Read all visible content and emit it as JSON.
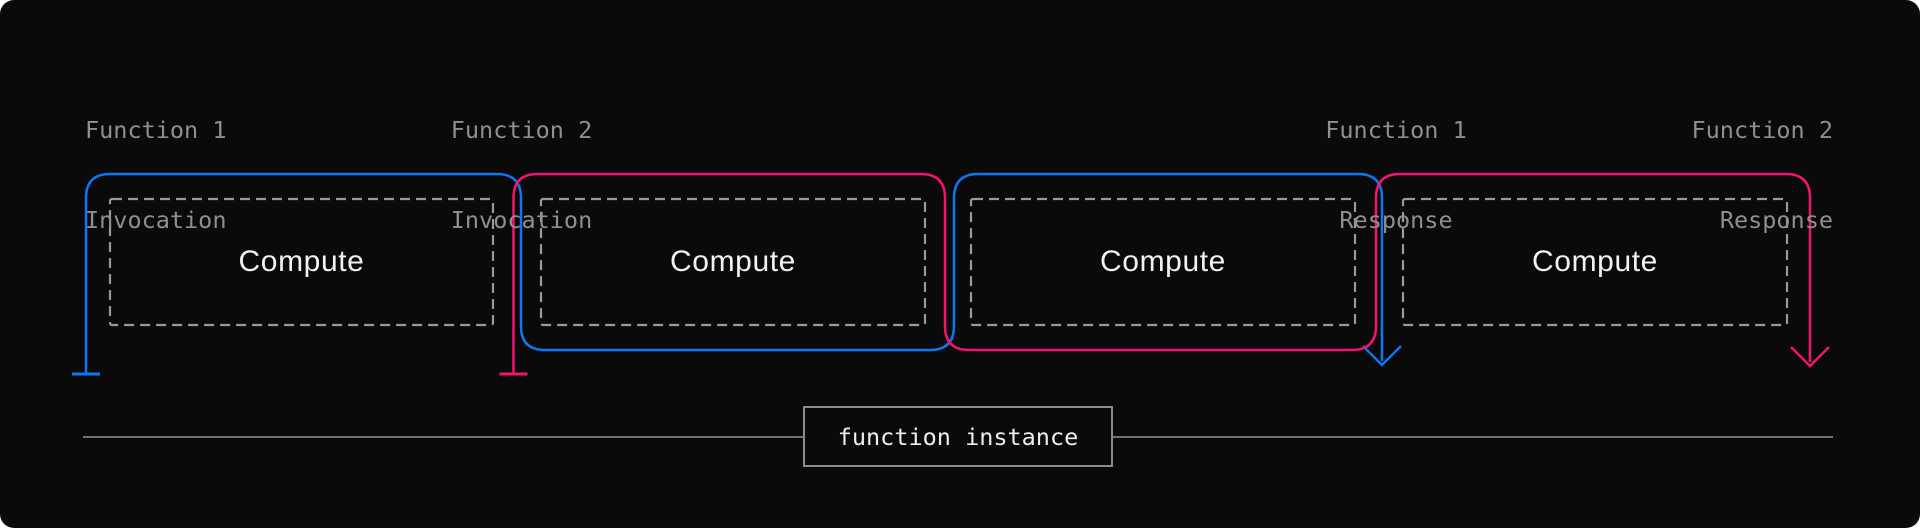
{
  "background_color": "#0a0a0a",
  "colors": {
    "function1": "#0d76f2",
    "function2": "#f2146e",
    "label_text": "#8f8f8f",
    "compute_text": "#f2f2f2",
    "dashed_box": "#9a9a9a",
    "timeline": "#707070",
    "instance_border": "#8c8c8c",
    "instance_text": "#ededed"
  },
  "labels": {
    "f1_invocation": {
      "line1": "Function 1",
      "line2": "Invocation"
    },
    "f2_invocation": {
      "line1": "Function 2",
      "line2": "Invocation"
    },
    "f1_response": {
      "line1": "Function 1",
      "line2": "Response"
    },
    "f2_response": {
      "line1": "Function 2",
      "line2": "Response"
    }
  },
  "compute_boxes": [
    {
      "label": "Compute"
    },
    {
      "label": "Compute"
    },
    {
      "label": "Compute"
    },
    {
      "label": "Compute"
    }
  ],
  "instance_label": "function instance",
  "icons": {
    "f1_start_marker": "t-bar-marker",
    "f2_start_marker": "t-bar-marker",
    "f1_response_arrow": "arrow-down",
    "f2_response_arrow": "arrow-down"
  }
}
